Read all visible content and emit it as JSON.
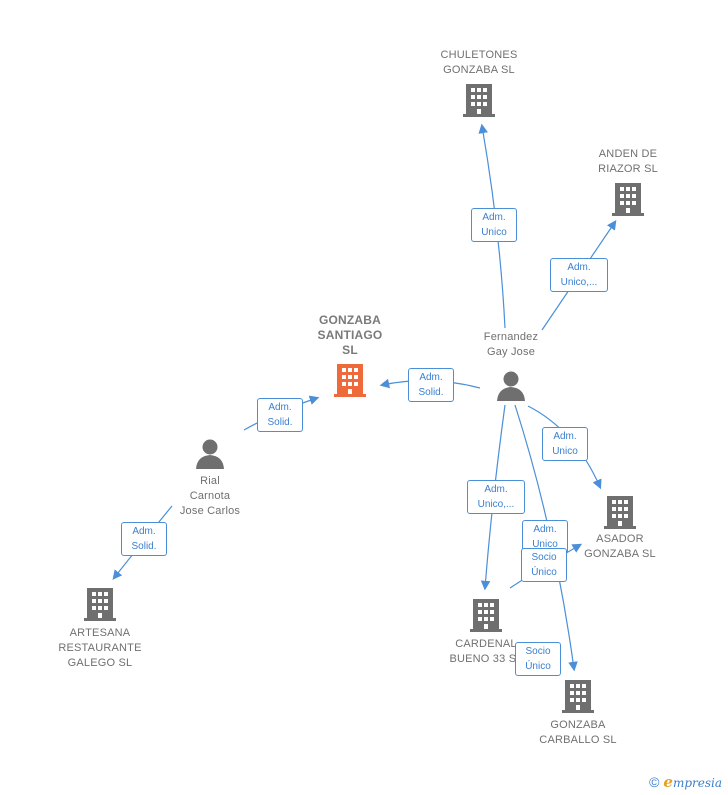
{
  "nodes": {
    "chuletones": "CHULETONES\nGONZABA  SL",
    "anden": "ANDEN DE\nRIAZOR  SL",
    "gonzaba_santiago": "GONZABA\nSANTIAGO\nSL",
    "fernandez": "Fernandez\nGay Jose",
    "rial": "Rial\nCarnota\nJose Carlos",
    "asador": "ASADOR\nGONZABA  SL",
    "artesana": "ARTESANA\nRESTAURANTE\nGALEGO  SL",
    "cardenal": "CARDENAL\nBUENO 33  SL",
    "carballo": "GONZABA\nCARBALLO  SL"
  },
  "badges": {
    "b1": "Adm.\nUnico",
    "b2": "Adm.\nUnico,...",
    "b3": "Adm.\nSolid.",
    "b4": "Adm.\nSolid.",
    "b5": "Adm.\nUnico",
    "b6": "Adm.\nUnico,...",
    "b7": "Adm.\nUnico",
    "b8": "Socio\nÚnico",
    "b9": "Adm.\nSolid.",
    "b10": "Socio\nÚnico"
  },
  "footer": {
    "copyright": "©",
    "brand_initial": "e",
    "brand_rest": "mpresia"
  },
  "colors": {
    "edge": "#4a8fd8",
    "building": "#6f6f6f",
    "focus_building": "#ef6a3a",
    "person": "#6f6f6f"
  }
}
